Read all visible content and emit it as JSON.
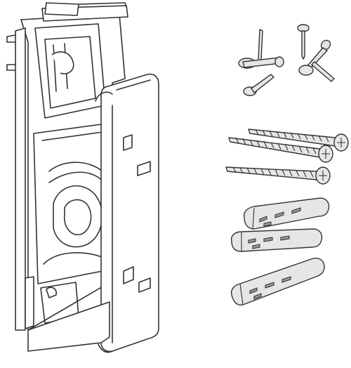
{
  "illustration": {
    "components": [
      {
        "name": "mounting-bracket",
        "count": 1
      },
      {
        "name": "nail",
        "count": 4
      },
      {
        "name": "wood-screw",
        "count": 3
      },
      {
        "name": "wall-plug",
        "count": 3
      }
    ],
    "colors": {
      "outline": "#333333",
      "fill": "#ffffff",
      "metal": "#e6e6e6",
      "shadow": "#9a9a9a"
    }
  }
}
